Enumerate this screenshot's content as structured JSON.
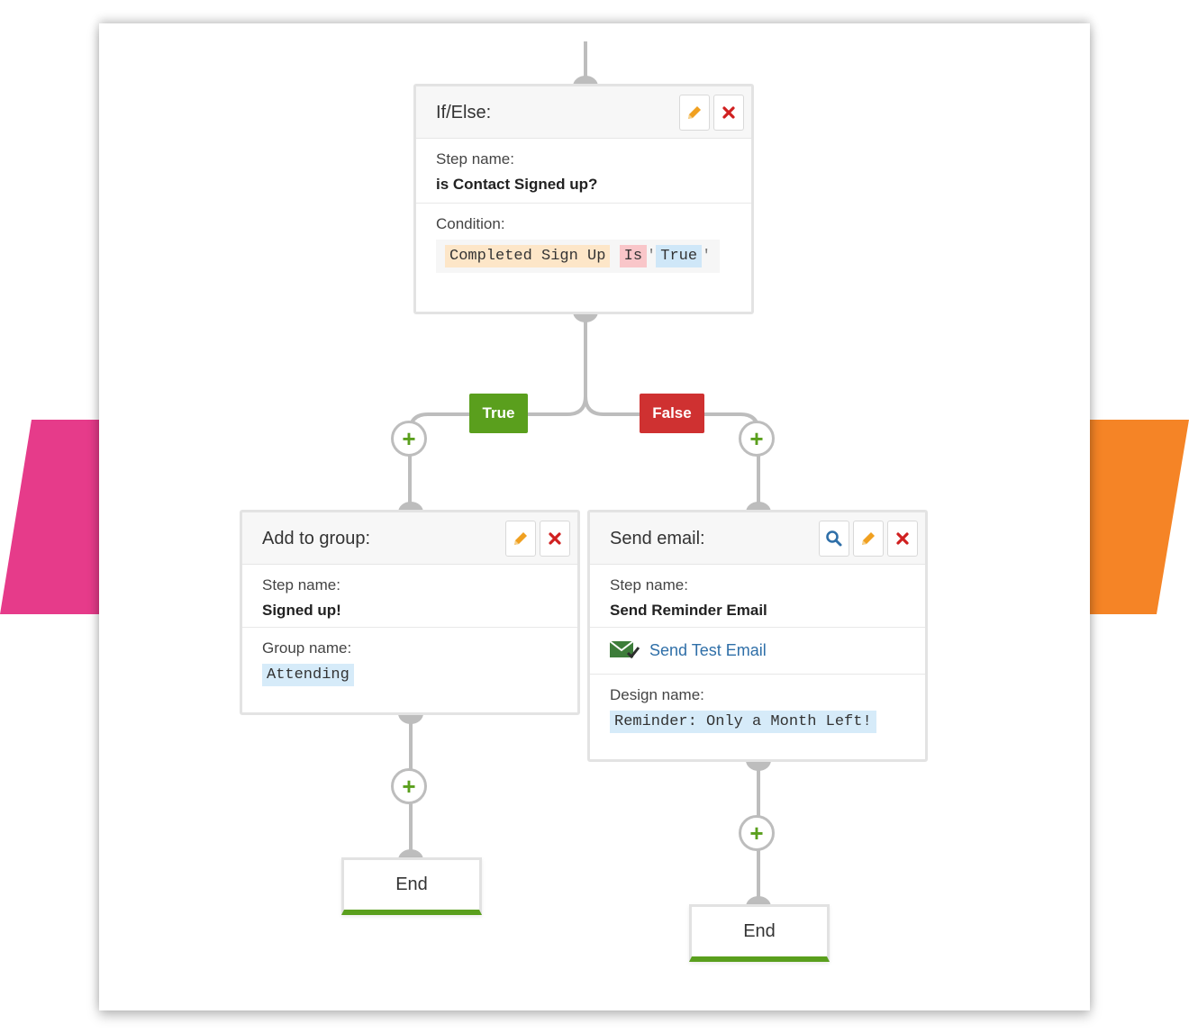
{
  "colors": {
    "true_branch": "#5a9f1d",
    "false_branch": "#cf3131",
    "deco_left": "#e63b8a",
    "deco_right": "#f58426",
    "edit_icon": "#f0a020",
    "delete_icon": "#d02020",
    "search_icon": "#2f6fa8"
  },
  "if_else": {
    "title": "If/Else:",
    "step_label": "Step name:",
    "step_name": "is Contact Signed up?",
    "condition_label": "Condition:",
    "condition": {
      "field": "Completed Sign Up",
      "operator": "Is",
      "quote": "'",
      "value": "True"
    },
    "icons": [
      "pencil-icon",
      "close-icon"
    ]
  },
  "branches": {
    "true_label": "True",
    "false_label": "False"
  },
  "add_to_group": {
    "title": "Add to group:",
    "step_label": "Step name:",
    "step_name": "Signed up!",
    "group_label": "Group name:",
    "group_name": "Attending",
    "icons": [
      "pencil-icon",
      "close-icon"
    ]
  },
  "send_email": {
    "title": "Send email:",
    "step_label": "Step name:",
    "step_name": "Send Reminder Email",
    "send_test": "Send Test Email",
    "design_label": "Design name:",
    "design_name": "Reminder: Only a Month Left!",
    "icons": [
      "search-icon",
      "pencil-icon",
      "close-icon"
    ]
  },
  "add_step_symbol": "+",
  "end_nodes": [
    "End",
    "End"
  ]
}
